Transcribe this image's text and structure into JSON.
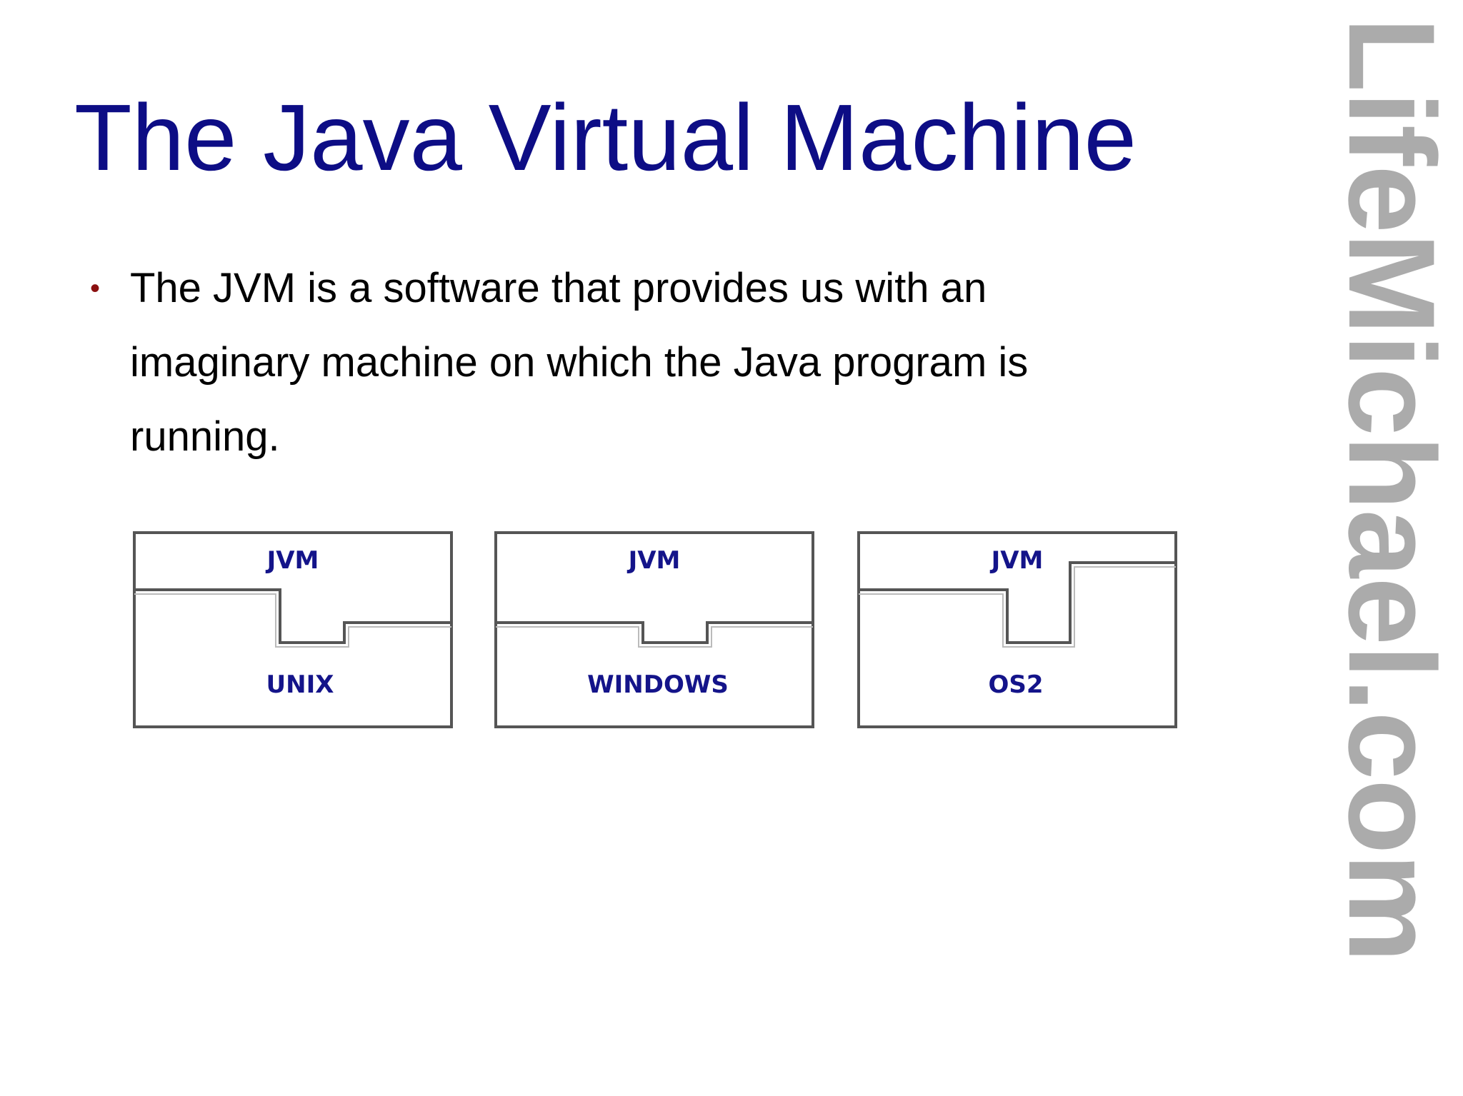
{
  "slide": {
    "title": "The Java Virtual Machine",
    "bullets": [
      "The JVM is a software that provides us with an imaginary machine on which the Java program is running."
    ],
    "bullet_color": "#8b1010",
    "title_color": "#0d0d85"
  },
  "diagram": {
    "panels": [
      {
        "top_label": "JVM",
        "bottom_label": "UNIX"
      },
      {
        "top_label": "JVM",
        "bottom_label": "WINDOWS"
      },
      {
        "top_label": "JVM",
        "bottom_label": "OS2"
      }
    ],
    "label_color": "#14148a"
  },
  "watermark": {
    "text": "LifeMichael.com",
    "color": "#ababab"
  }
}
